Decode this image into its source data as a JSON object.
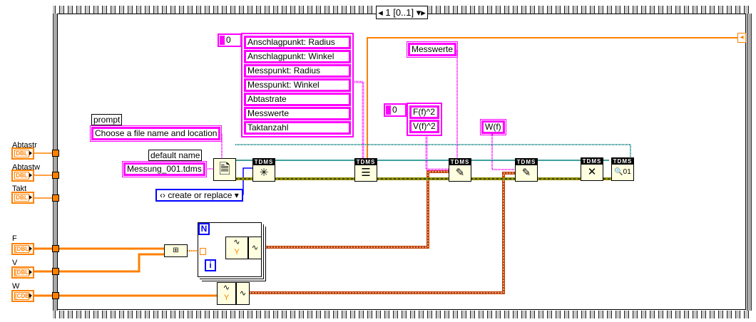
{
  "sequence": {
    "selector": "1 [0..1]"
  },
  "controls": [
    {
      "label": "Abtastr",
      "type": "DBL"
    },
    {
      "label": "Abtastw",
      "type": "DBL"
    },
    {
      "label": "Takt",
      "type": "DBL"
    },
    {
      "label": "F",
      "type": "[DBL]"
    },
    {
      "label": "V",
      "type": "[DBL]"
    },
    {
      "label": "W",
      "type": "[CDB]"
    }
  ],
  "file_dialog": {
    "prompt_label": "prompt",
    "prompt_value": "Choose a file name and location",
    "default_label": "default name",
    "default_value": "Messung_001.tdms"
  },
  "operation": {
    "value": "create or replace"
  },
  "property_names": {
    "index": "0",
    "items": [
      "Anschlagpunkt: Radius",
      "Anschlagpunkt: Winkel",
      "Messpunkt: Radius",
      "Messpunkt: Winkel",
      "Abtastrate",
      "Messwerte",
      "Taktanzahl"
    ]
  },
  "group_name": "Messwerte",
  "channel_names": {
    "index": "0",
    "items": [
      "F(f)^2",
      "V(f)^2"
    ]
  },
  "channel_w": "W(f)",
  "tdms_header": "TDMS",
  "loop": {
    "count_terminal": "N",
    "iteration_terminal": "i"
  },
  "colors": {
    "numeric": "#ff8000",
    "string": "#ff00ff",
    "refnum": "#008080",
    "error": "#8f8f00",
    "enum": "#0000ff",
    "complex": "#c04000"
  }
}
